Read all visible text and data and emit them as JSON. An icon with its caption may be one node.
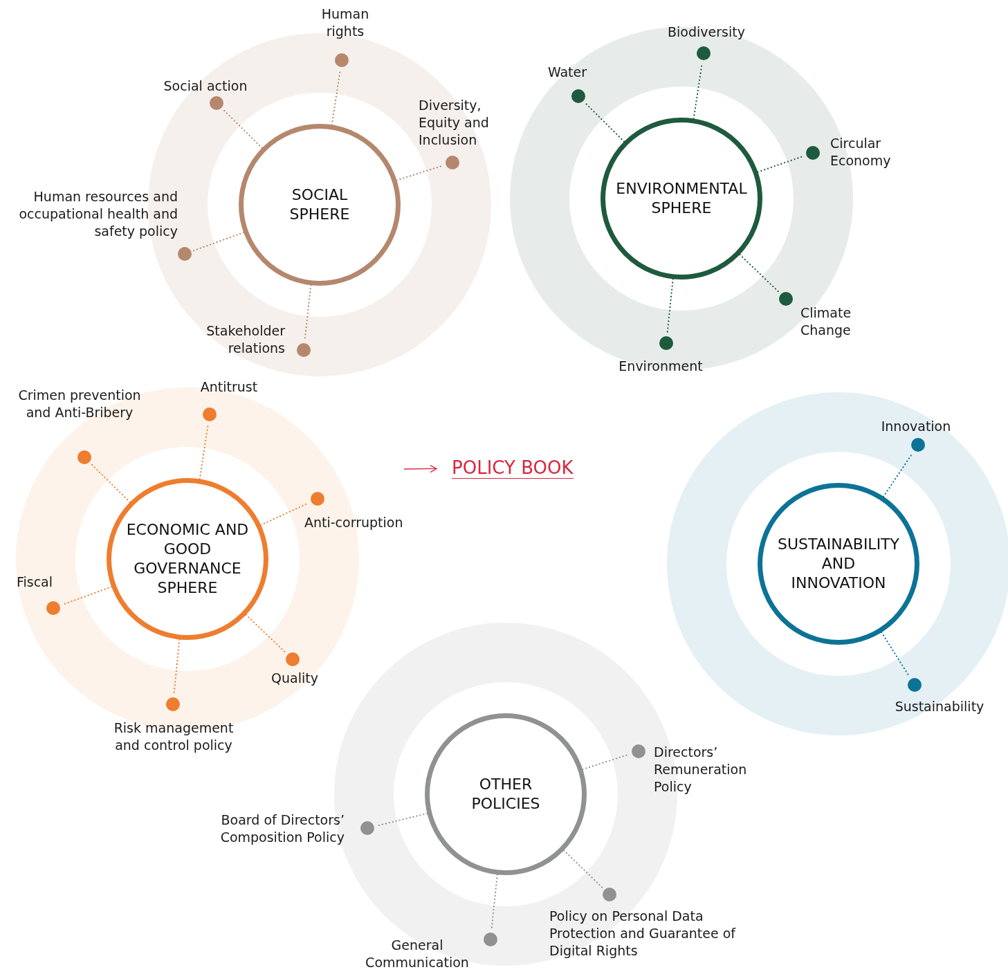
{
  "diagram": {
    "nodes": [
      {
        "text": [
          "SOCIAL SPHERE"
        ]
      },
      {
        "text": [],
        "shape": "circle",
        "beside": [
          "Human rights"
        ]
      },
      {
        "text": [],
        "shape": "circle",
        "beside": [
          "Social action"
        ]
      },
      {
        "text": [],
        "shape": "circle",
        "beside": [
          "Diversity, Equity and Inclusion"
        ]
      },
      {
        "text": [],
        "shape": "circle",
        "beside": [
          "Human resources and occupational health and safety policy"
        ]
      },
      {
        "text": [],
        "shape": "circle",
        "beside": [
          "Stakeholder relations"
        ]
      },
      {
        "text": [
          "ENVIRONMENTAL SPHERE"
        ]
      },
      {
        "text": [],
        "shape": "circle",
        "beside": [
          "Biodiversity"
        ]
      },
      {
        "text": [],
        "shape": "circle",
        "beside": [
          "Water"
        ]
      },
      {
        "text": [],
        "shape": "circle",
        "beside": [
          "Circular Economy"
        ]
      },
      {
        "text": [],
        "shape": "circle",
        "beside": [
          "Climate Change"
        ]
      },
      {
        "text": [],
        "shape": "circle",
        "beside": [
          "Environment"
        ]
      },
      {
        "text": [
          "ECONOMIC AND GOOD GOVERNANCE SPHERE"
        ]
      },
      {
        "text": [],
        "shape": "circle",
        "beside": [
          "Antitrust"
        ]
      },
      {
        "text": [],
        "shape": "circle",
        "beside": [
          "Crimen prevention and Anti-Bribery"
        ]
      },
      {
        "text": [],
        "shape": "circle",
        "beside": [
          "Anti-corruption"
        ]
      },
      {
        "text": [],
        "shape": "circle",
        "beside": [
          "Fiscal"
        ]
      },
      {
        "text": [],
        "shape": "circle",
        "beside": [
          "Quality"
        ]
      },
      {
        "text": [],
        "shape": "circle",
        "beside": [
          "Risk management and control policy"
        ]
      },
      {
        "text": [
          "POLICY BOOK"
        ]
      },
      {
        "text": [
          "SUSTAINABILITY AND INNOVATION"
        ]
      },
      {
        "text": [],
        "shape": "circle",
        "beside": [
          "Innovation"
        ]
      },
      {
        "text": [],
        "shape": "circle",
        "beside": [
          "Sustainability"
        ]
      },
      {
        "text": [
          "OTHER POLICIES"
        ]
      },
      {
        "text": [],
        "shape": "circle",
        "beside": [
          "Directors’ Remuneration Policy"
        ]
      },
      {
        "text": [],
        "shape": "circle",
        "beside": [
          "Board of Directors’ Composition Policy"
        ]
      },
      {
        "text": [],
        "shape": "circle",
        "beside": [
          "Policy on Personal Data Protection and Guarantee of Digital Rights"
        ]
      },
      {
        "text": [],
        "shape": "circle",
        "beside": [
          "General Communication"
        ]
      }
    ],
    "edges": [
      {
        "from": 0,
        "to": 1,
        "arrow": "none",
        "style": "dashed",
        "color": "#b5876d"
      },
      {
        "from": 0,
        "to": 2,
        "arrow": "none",
        "style": "dashed",
        "color": "#b5876d"
      },
      {
        "from": 0,
        "to": 3,
        "arrow": "none",
        "style": "dashed",
        "color": "#b5876d"
      },
      {
        "from": 0,
        "to": 4,
        "arrow": "none",
        "style": "dashed",
        "color": "#b5876d"
      },
      {
        "from": 0,
        "to": 5,
        "arrow": "none",
        "style": "dashed",
        "color": "#b5876d"
      },
      {
        "from": 6,
        "to": 7,
        "arrow": "none",
        "style": "dashed",
        "color": "#1e5a3e"
      },
      {
        "from": 6,
        "to": 8,
        "arrow": "none",
        "style": "dashed",
        "color": "#1e5a3e"
      },
      {
        "from": 6,
        "to": 9,
        "arrow": "none",
        "style": "dashed",
        "color": "#1e5a3e"
      },
      {
        "from": 6,
        "to": 10,
        "arrow": "none",
        "style": "dashed",
        "color": "#1e5a3e"
      },
      {
        "from": 6,
        "to": 11,
        "arrow": "none",
        "style": "dashed",
        "color": "#1e5a3e"
      },
      {
        "from": 12,
        "to": 13,
        "arrow": "none",
        "style": "dashed",
        "color": "#ee7d2f"
      },
      {
        "from": 12,
        "to": 14,
        "arrow": "none",
        "style": "dashed",
        "color": "#ee7d2f"
      },
      {
        "from": 12,
        "to": 15,
        "arrow": "none",
        "style": "dashed",
        "color": "#ee7d2f"
      },
      {
        "from": 12,
        "to": 16,
        "arrow": "none",
        "style": "dashed",
        "color": "#ee7d2f"
      },
      {
        "from": 12,
        "to": 17,
        "arrow": "none",
        "style": "dashed",
        "color": "#ee7d2f"
      },
      {
        "from": 12,
        "to": 18,
        "arrow": "none",
        "style": "dashed",
        "color": "#ee7d2f"
      },
      {
        "from": null,
        "to": 19,
        "arrow": "to",
        "color": "#d9263d"
      },
      {
        "from": 20,
        "to": 21,
        "arrow": "none",
        "style": "dashed",
        "color": "#0d7396"
      },
      {
        "from": 20,
        "to": 22,
        "arrow": "none",
        "style": "dashed",
        "color": "#0d7396"
      },
      {
        "from": 23,
        "to": 24,
        "arrow": "none",
        "style": "dashed",
        "color": "#8f9290"
      },
      {
        "from": 23,
        "to": 25,
        "arrow": "none",
        "style": "dashed",
        "color": "#8f9290"
      },
      {
        "from": 23,
        "to": 26,
        "arrow": "none",
        "style": "dashed",
        "color": "#8f9290"
      },
      {
        "from": 23,
        "to": 27,
        "arrow": "none",
        "style": "dashed",
        "color": "#8f9290"
      }
    ]
  }
}
